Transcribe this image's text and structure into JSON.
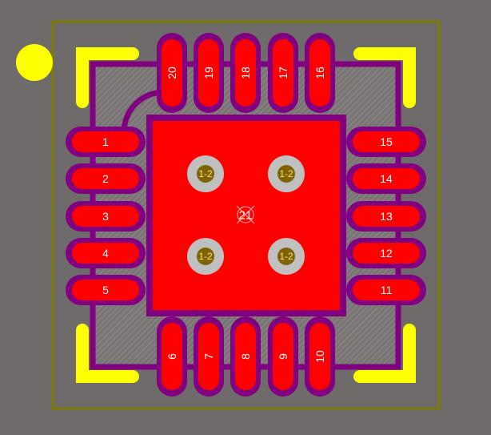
{
  "footprint": {
    "left_pads": [
      "1",
      "2",
      "3",
      "4",
      "5"
    ],
    "bottom_pads": [
      "6",
      "7",
      "8",
      "9",
      "10"
    ],
    "right_pads": [
      "11",
      "12",
      "13",
      "14",
      "15"
    ],
    "top_pads": [
      "16",
      "17",
      "18",
      "19",
      "20"
    ],
    "center_pad": "21",
    "via_net_label": "1-2",
    "via_count": 4
  },
  "colors": {
    "background": "#6f6b6b",
    "outline": "#7f7a00",
    "solder_mask": "#800080",
    "copper": "#ff0000",
    "silkscreen": "#ffff00",
    "via_ring": "#c0c0c0",
    "via_hole": "#7f6300"
  }
}
